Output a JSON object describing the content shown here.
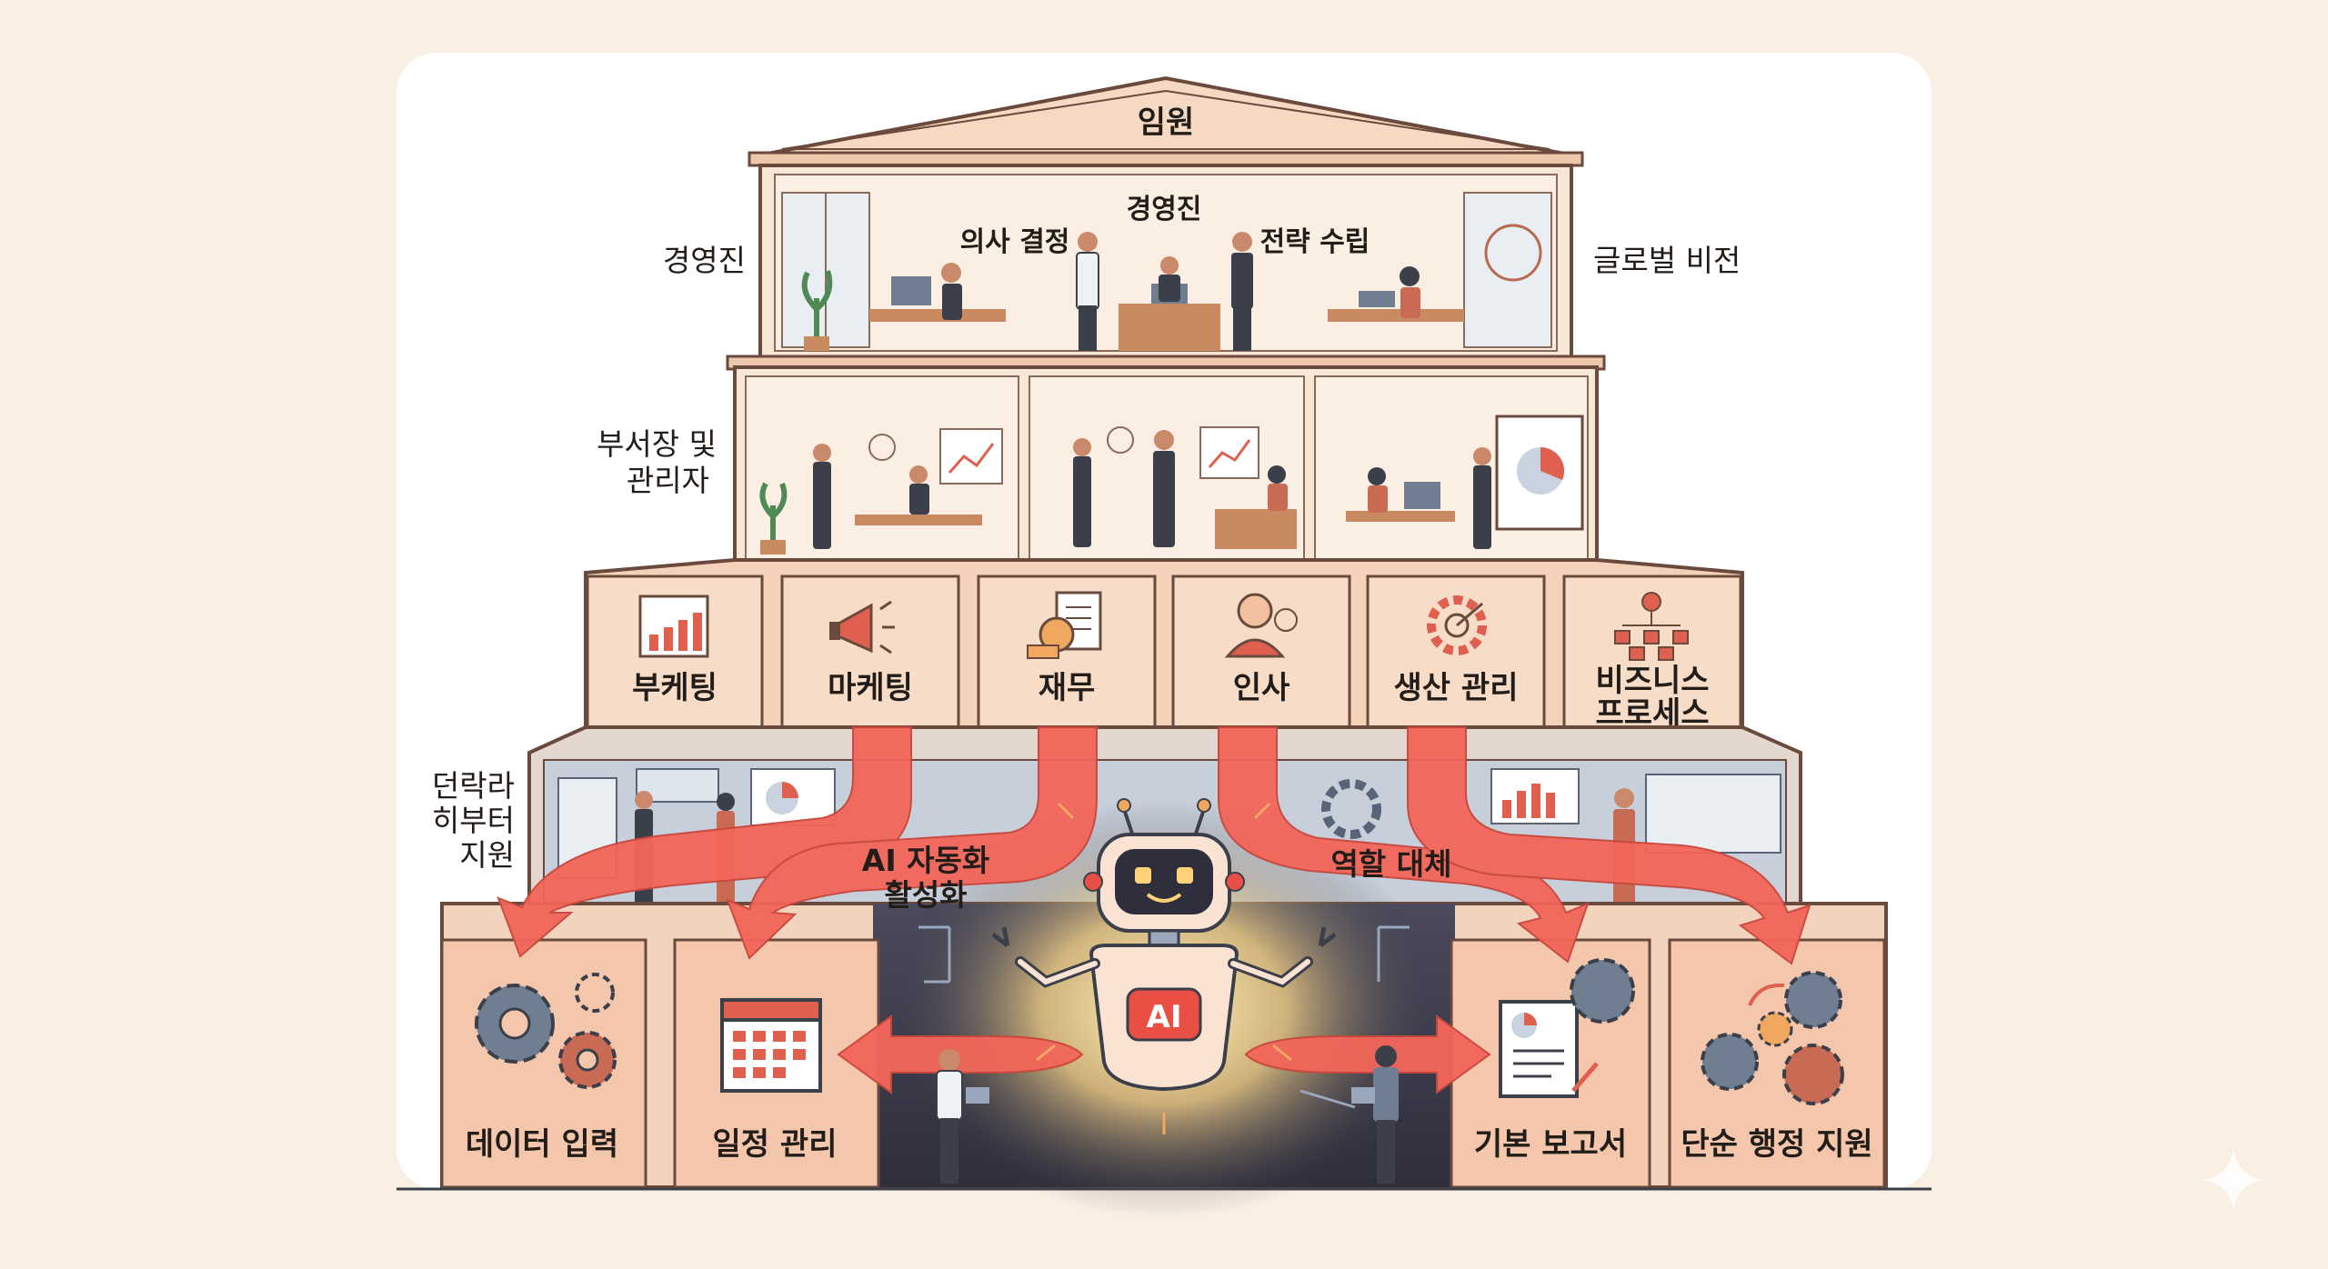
{
  "colors": {
    "background": "#f9efe3",
    "panel": "#ffffff",
    "building_fill": "#f7dcc5",
    "building_stroke": "#6a4a3c",
    "card_fill": "#f6d7c2",
    "arrow": "#f2665a",
    "glow": "#fff3b0",
    "tech_floor": "#3a3a4a",
    "robot_accent": "#e94f45"
  },
  "roof": {
    "label": "임원"
  },
  "top_floor": {
    "label_center": "경영진",
    "label_left": "의사 결정",
    "label_right": "전략 수립"
  },
  "side_labels": {
    "executives": "경영진",
    "global_vision": "글로벌 비전",
    "managers_line1": "부서장 및",
    "managers_line2": "관리자",
    "support_line1": "던락라",
    "support_line2": "히부터",
    "support_line3": "지원"
  },
  "departments": [
    {
      "label": "부케팅",
      "icon": "chart-board-icon"
    },
    {
      "label": "마케팅",
      "icon": "megaphone-icon"
    },
    {
      "label": "재무",
      "icon": "coins-document-icon"
    },
    {
      "label": "인사",
      "icon": "person-icon"
    },
    {
      "label": "생산 관리",
      "icon": "gear-target-icon"
    },
    {
      "label_line1": "비즈니스",
      "label_line2": "프로세스",
      "icon": "org-chart-icon"
    }
  ],
  "arrows": {
    "left_label_line1": "AI 자동화",
    "left_label_line2": "활성화",
    "right_label": "역할 대체"
  },
  "robot": {
    "chest_label": "AI"
  },
  "bottom_boxes": [
    {
      "label": "데이터 입력",
      "icon": "gears-icon"
    },
    {
      "label": "일정 관리",
      "icon": "calendar-icon"
    },
    {
      "label": "기본 보고서",
      "icon": "report-icon"
    },
    {
      "label": "단순 행정 지원",
      "icon": "gears-arrow-icon"
    }
  ]
}
